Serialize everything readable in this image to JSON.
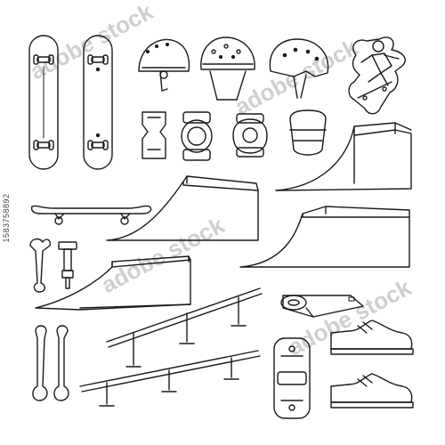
{
  "watermark": {
    "brand": "adobe stock",
    "text": "adobe stock",
    "id_label": "1583758892"
  },
  "colors": {
    "ink": "#1a1a1a",
    "background": "#ffffff",
    "watermark": "#d6d6d6"
  },
  "icons": [
    "skateboard-deck-top-icon",
    "skateboard-deck-bottom-icon",
    "helmet-side-icon",
    "helmet-front-icon",
    "helmet-vented-icon",
    "skateboarder-jump-icon",
    "back-protector-icon",
    "elbow-pad-icon",
    "knee-pad-icon",
    "shin-pad-icon",
    "quarter-pipe-large-icon",
    "skateboard-side-icon",
    "quarter-pipe-medium-icon",
    "quarter-pipe-small-icon",
    "skate-tool-wrench-icon",
    "t-tool-icon",
    "funbox-ramp-icon",
    "grind-rail-upper-icon",
    "grind-rail-lower-icon",
    "grip-tape-roll-icon",
    "wrench-pair-icon",
    "board-carrier-icon",
    "sneaker-upper-icon",
    "sneaker-lower-icon"
  ]
}
